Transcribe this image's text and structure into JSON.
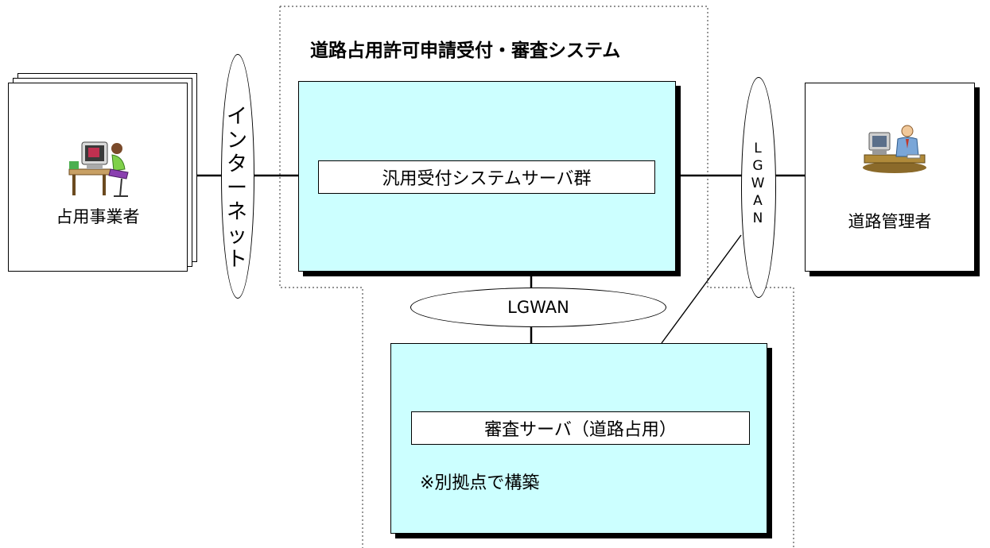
{
  "system_title": "道路占用許可申請受付・審査システム",
  "actors": {
    "left": "占用事業者",
    "right": "道路管理者"
  },
  "networks": {
    "internet_chars": [
      "イ",
      "ン",
      "タ",
      "ー",
      "ネ",
      "ッ",
      "ト"
    ],
    "lgwan_vertical_chars": [
      "L",
      "G",
      "W",
      "A",
      "N"
    ],
    "lgwan_horizontal": "LGWAN"
  },
  "servers": {
    "reception": "汎用受付システムサーバ群",
    "review": "審査サーバ（道路占用）",
    "note": "※別拠点で構築"
  }
}
